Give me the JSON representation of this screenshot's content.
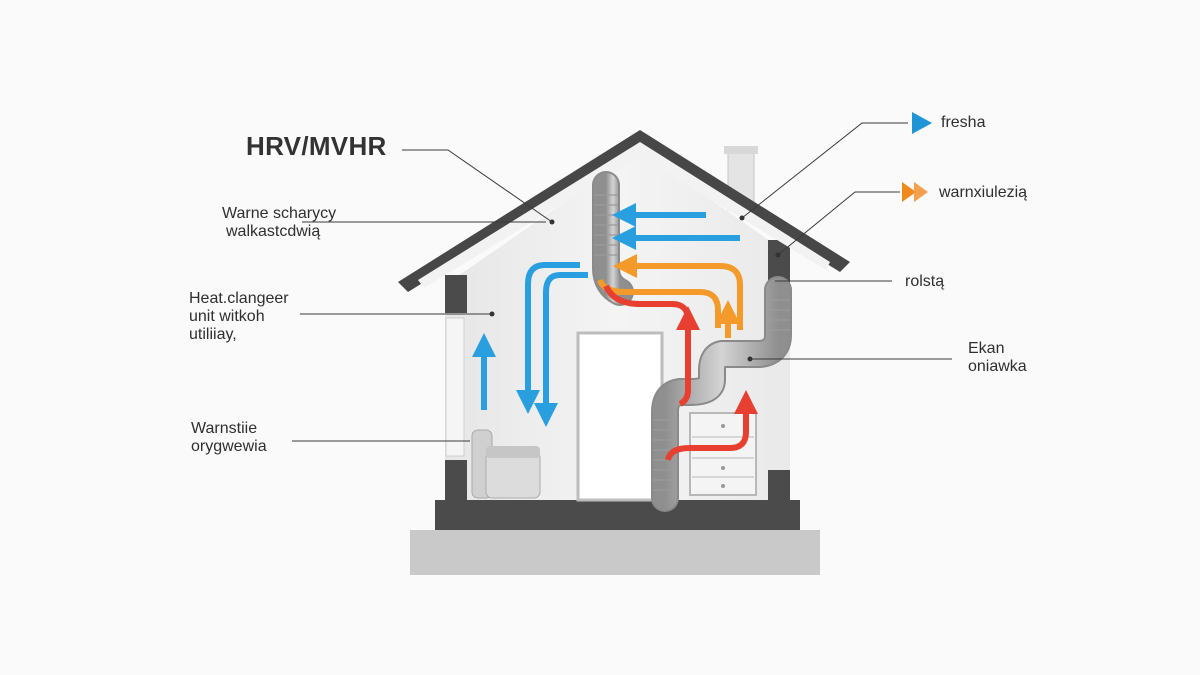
{
  "title": "HRV/MVHR",
  "labels": {
    "warm_extract": [
      "Warne scharycy",
      "walkastcdwią"
    ],
    "heat_exchanger": [
      "Heat.clangeer",
      "unit witkoh",
      "utiliiay,"
    ],
    "warm_supply": [
      "Warnstiie",
      "orygwewia"
    ],
    "roof_right": "rolstą",
    "exhaust": [
      "Ekan",
      "oniawka"
    ]
  },
  "legend": [
    {
      "label": "fresha",
      "color": "#1f95d6",
      "icon": "blue-triangle-icon"
    },
    {
      "label": "warnxiulezią",
      "color": "#f08a1c",
      "icon": "orange-double-arrow-icon"
    }
  ],
  "colors": {
    "fresh": "#2a9fe0",
    "warm": "#f39a2a",
    "hot": "#e84030",
    "duct": "#a9a9a9",
    "roof": "#4a4a4a",
    "wall": "#ececec"
  }
}
